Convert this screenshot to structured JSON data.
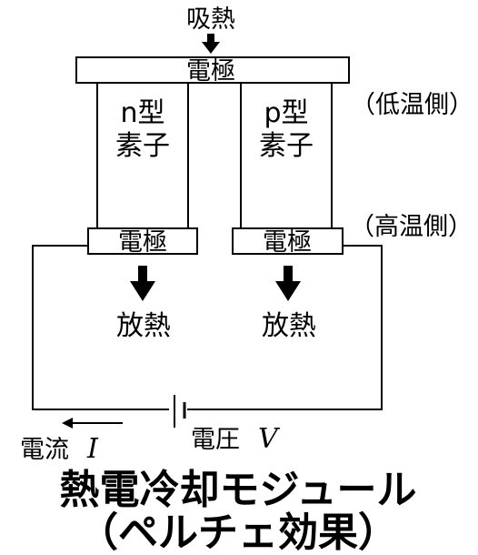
{
  "heat_absorb": "吸熱",
  "electrode_top": "電極",
  "electrode_left": "電極",
  "electrode_right": "電極",
  "n_element": {
    "line1": "n型",
    "line2": "素子"
  },
  "p_element": {
    "line1": "p型",
    "line2": "素子"
  },
  "low_temp_side": "（低温側）",
  "high_temp_side": "（高温側）",
  "heat_release_left": "放熱",
  "heat_release_right": "放熱",
  "current_label": "電流",
  "current_symbol": "I",
  "voltage_label": "電圧",
  "voltage_symbol": "V",
  "title_line1": "熱電冷却モジュール",
  "title_line2": "（ペルチェ効果）"
}
